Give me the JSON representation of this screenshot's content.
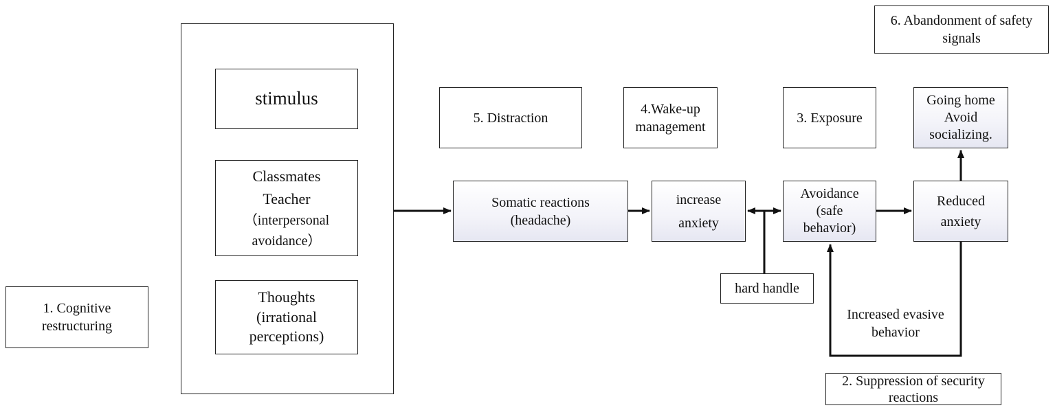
{
  "strategies": {
    "cognitive": [
      "1. Cognitive",
      "restructuring"
    ],
    "suppression": [
      "2. Suppression of security",
      "reactions"
    ],
    "exposure": [
      "3. Exposure"
    ],
    "wakeup": [
      "4.Wake-up",
      "management"
    ],
    "distraction": [
      "5. Distraction"
    ],
    "abandonment": [
      "6. Abandonment of safety",
      "signals"
    ]
  },
  "triggers": {
    "stimulus": "stimulus",
    "people": [
      "Classmates",
      "Teacher",
      "（interpersonal",
      "avoidance）"
    ],
    "thoughts": [
      "Thoughts",
      "(irrational",
      "perceptions)"
    ]
  },
  "cycle": {
    "somatic": [
      "Somatic reactions",
      "(headache)"
    ],
    "anxiety": [
      "increase",
      "anxiety"
    ],
    "avoidance": [
      "Avoidance",
      "(safe",
      "behavior)"
    ],
    "reduced": [
      "Reduced",
      "anxiety"
    ],
    "going_home": [
      "Going home",
      "Avoid",
      "socializing."
    ],
    "hard_handle": "hard handle",
    "evasive": [
      "Increased evasive",
      "behavior"
    ]
  }
}
